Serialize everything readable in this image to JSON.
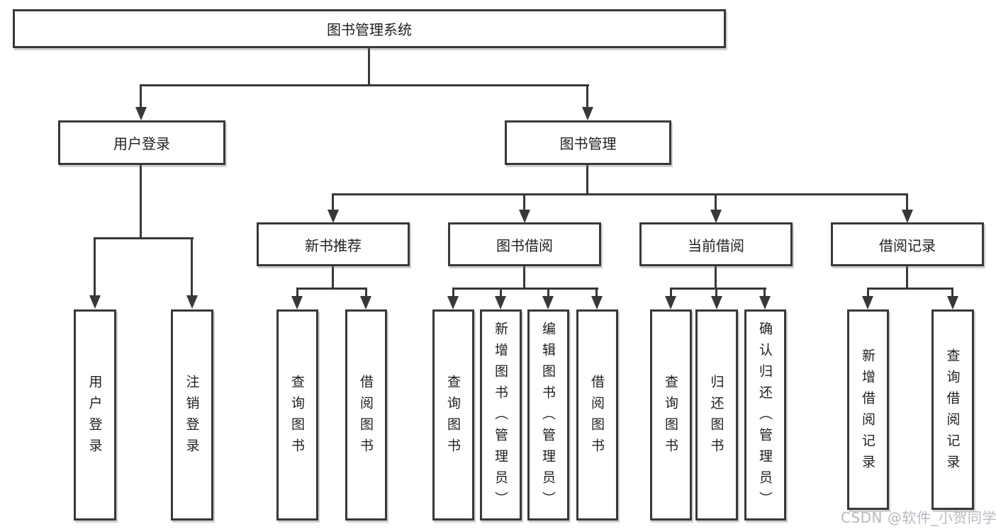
{
  "diagram": {
    "root": {
      "label": "图书管理系统"
    },
    "login_branch": {
      "label": "用户登录",
      "children": [
        {
          "label": "用户登录"
        },
        {
          "label": "注销登录"
        }
      ]
    },
    "mgmt_branch": {
      "label": "图书管理",
      "sections": [
        {
          "label": "新书推荐",
          "children": [
            {
              "label": "查询图书"
            },
            {
              "label": "借阅图书"
            }
          ]
        },
        {
          "label": "图书借阅",
          "children": [
            {
              "label": "查询图书"
            },
            {
              "label": "新增图书（管理员）"
            },
            {
              "label": "编辑图书（管理员）"
            },
            {
              "label": "借阅图书"
            }
          ]
        },
        {
          "label": "当前借阅",
          "children": [
            {
              "label": "查询图书"
            },
            {
              "label": "归还图书"
            },
            {
              "label": "确认归还（管理员）"
            }
          ]
        },
        {
          "label": "借阅记录",
          "children": [
            {
              "label": "新增借阅记录"
            },
            {
              "label": "查询借阅记录"
            }
          ]
        }
      ]
    }
  },
  "watermark": {
    "text": "CSDN @软件_小贺同学"
  },
  "colors": {
    "line": "#383838",
    "text": "#1f1f1f",
    "watermark": "#b6b9bf",
    "background": "#ffffff"
  }
}
